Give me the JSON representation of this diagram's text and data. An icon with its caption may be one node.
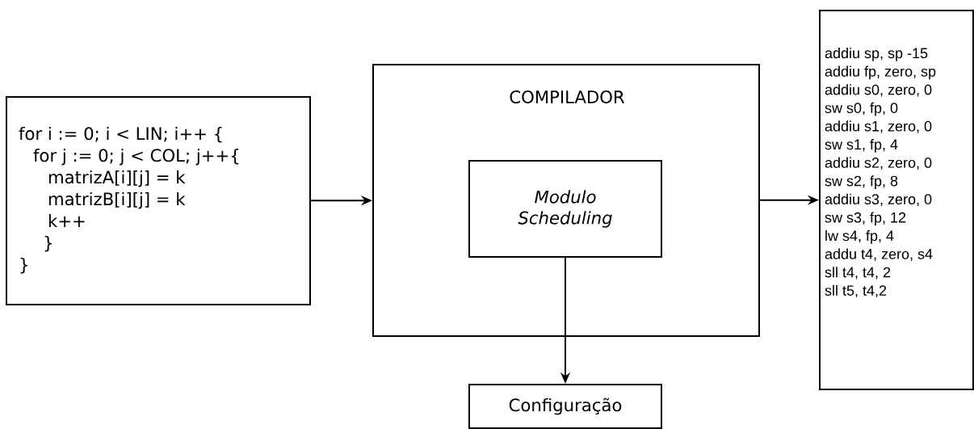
{
  "diagram": {
    "nodes": [
      {
        "text": [
          "for i := 0; i < LIN; i++ {",
          "for j := 0; j < COL; j++{",
          "matrizA[i][j] = k",
          "matrizB[i][j] = k",
          "k++",
          "}",
          "}"
        ]
      },
      {
        "text": [
          "COMPILADOR"
        ]
      },
      {
        "text": [
          "Modulo Scheduling"
        ],
        "in": 1
      },
      {
        "text": [
          "Configuração"
        ]
      },
      {
        "text": [
          "addiu sp, sp -15",
          "addiu fp, zero, sp",
          "addiu s0, zero, 0",
          "sw s0, fp, 0",
          "addiu s1, zero, 0",
          "sw s1, fp, 4",
          "addiu s2, zero, 0",
          "sw s2, fp, 8",
          "addiu s3, zero, 0",
          "sw s3, fp, 12",
          "lw s4, fp, 4",
          "addu t4, zero, s4",
          "sll t4, t4, 2",
          "sll t5, t4,2"
        ]
      }
    ],
    "edges": [
      {
        "from": 0,
        "to": 1,
        "arrow": "to"
      },
      {
        "from": 1,
        "to": 4,
        "arrow": "to"
      },
      {
        "from": 2,
        "to": 3,
        "arrow": "to"
      }
    ]
  }
}
